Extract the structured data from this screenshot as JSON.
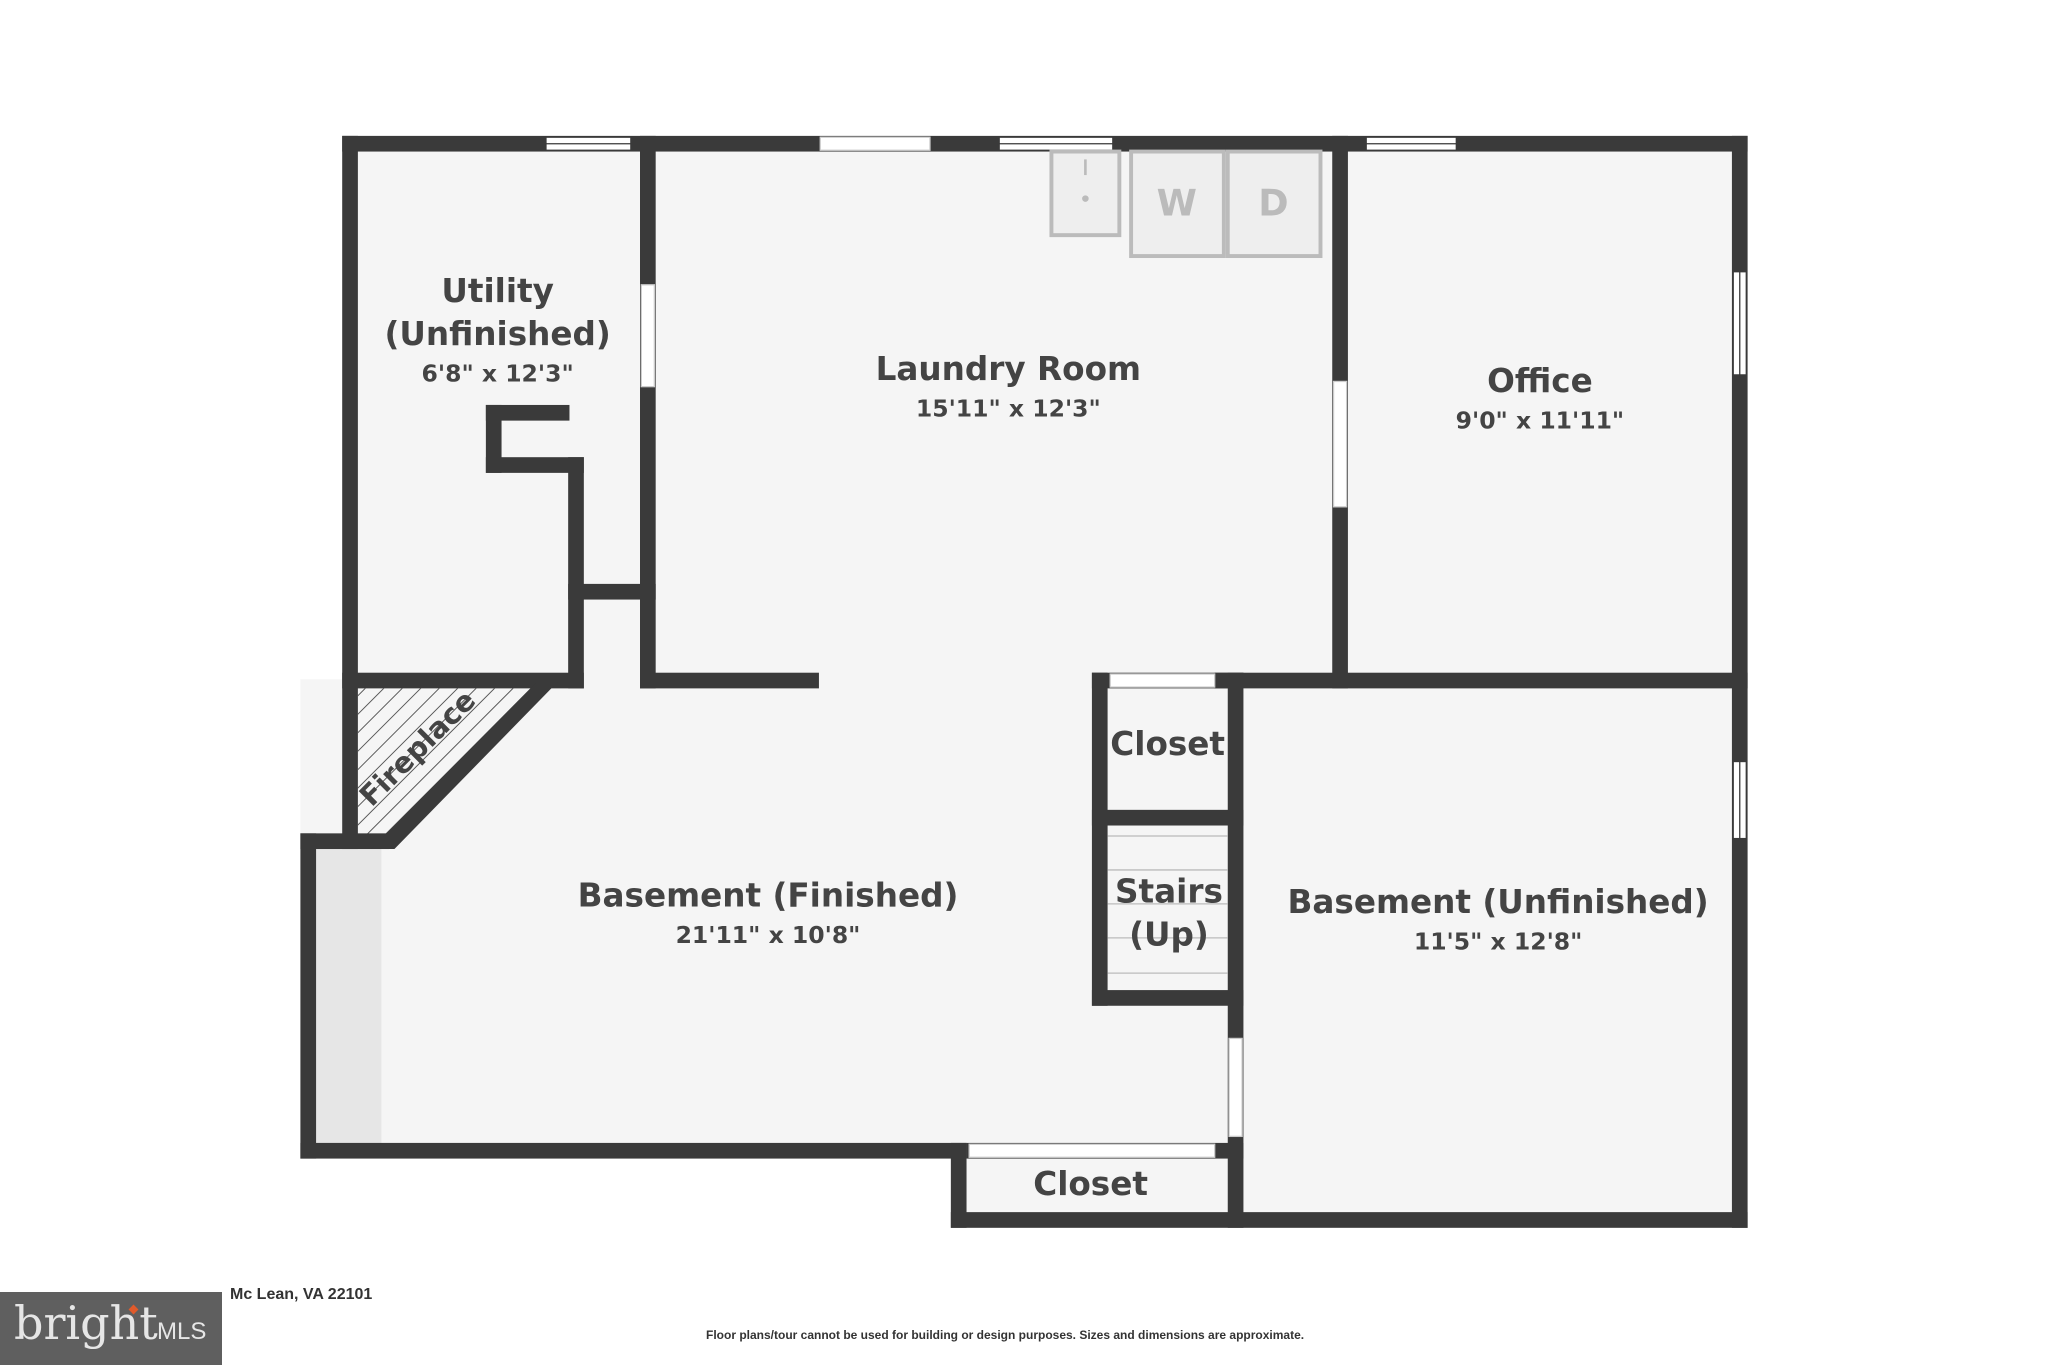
{
  "rooms": {
    "utility": {
      "name_line1": "Utility",
      "name_line2": "(Unfinished)",
      "dims": "6'8\" x 12'3\""
    },
    "laundry": {
      "name": "Laundry Room",
      "dims": "15'11\" x 12'3\""
    },
    "office": {
      "name": "Office",
      "dims": "9'0\" x 11'11\""
    },
    "basement_finished": {
      "name": "Basement (Finished)",
      "dims": "21'11\" x 10'8\""
    },
    "basement_unfinished": {
      "name": "Basement (Unfinished)",
      "dims": "11'5\" x 12'8\""
    },
    "closet_upper": {
      "name": "Closet"
    },
    "closet_lower": {
      "name": "Closet"
    },
    "stairs": {
      "line1": "Stairs",
      "line2": "(Up)"
    },
    "fireplace": {
      "name": "Fireplace"
    }
  },
  "appliances": {
    "washer": "W",
    "dryer": "D"
  },
  "footer": {
    "address": "Mc Lean, VA 22101",
    "disclaimer": "Floor plans/tour cannot be used for building or design purposes. Sizes and dimensions are approximate.",
    "logo_text": "bright",
    "logo_suffix": "MLS"
  },
  "colors": {
    "wall": "#3a3a3a",
    "floor": "#f5f5f5",
    "accent": "#e05a2b"
  }
}
